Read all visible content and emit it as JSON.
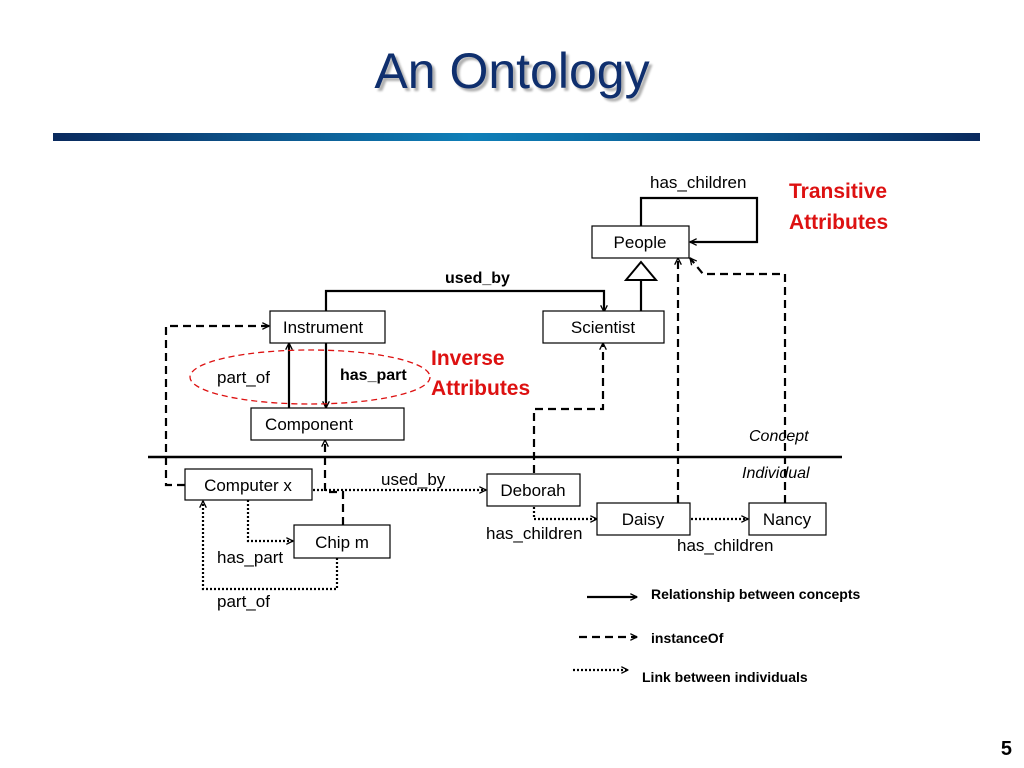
{
  "slide": {
    "title": "An Ontology",
    "page_number": "5"
  },
  "concepts": {
    "people": "People",
    "instrument": "Instrument",
    "scientist": "Scientist",
    "component": "Component"
  },
  "individuals": {
    "computer": "Computer x",
    "chip": "Chip  m",
    "deborah": "Deborah",
    "daisy": "Daisy",
    "nancy": "Nancy"
  },
  "edge_labels": {
    "has_children_top": "has_children",
    "used_by_concepts": "used_by",
    "part_of_concepts": "part_of",
    "has_part_concepts": "has_part",
    "used_by_individuals": "used_by",
    "has_children_deborah": "has_children",
    "has_children_daisy": "has_children",
    "has_part_individuals": "has_part",
    "part_of_individuals": "part_of"
  },
  "annotations": {
    "transitive_line1": "Transitive",
    "transitive_line2": "Attributes",
    "inverse_line1": "Inverse",
    "inverse_line2": "Attributes",
    "concept_label": "Concept",
    "individual_label": "Individual"
  },
  "legend": {
    "solid": "Relationship between concepts",
    "dashed": "instanceOf",
    "dotted": "Link between individuals"
  },
  "colors": {
    "title": "#0f2f6e",
    "annotation_red": "#dd1111"
  }
}
